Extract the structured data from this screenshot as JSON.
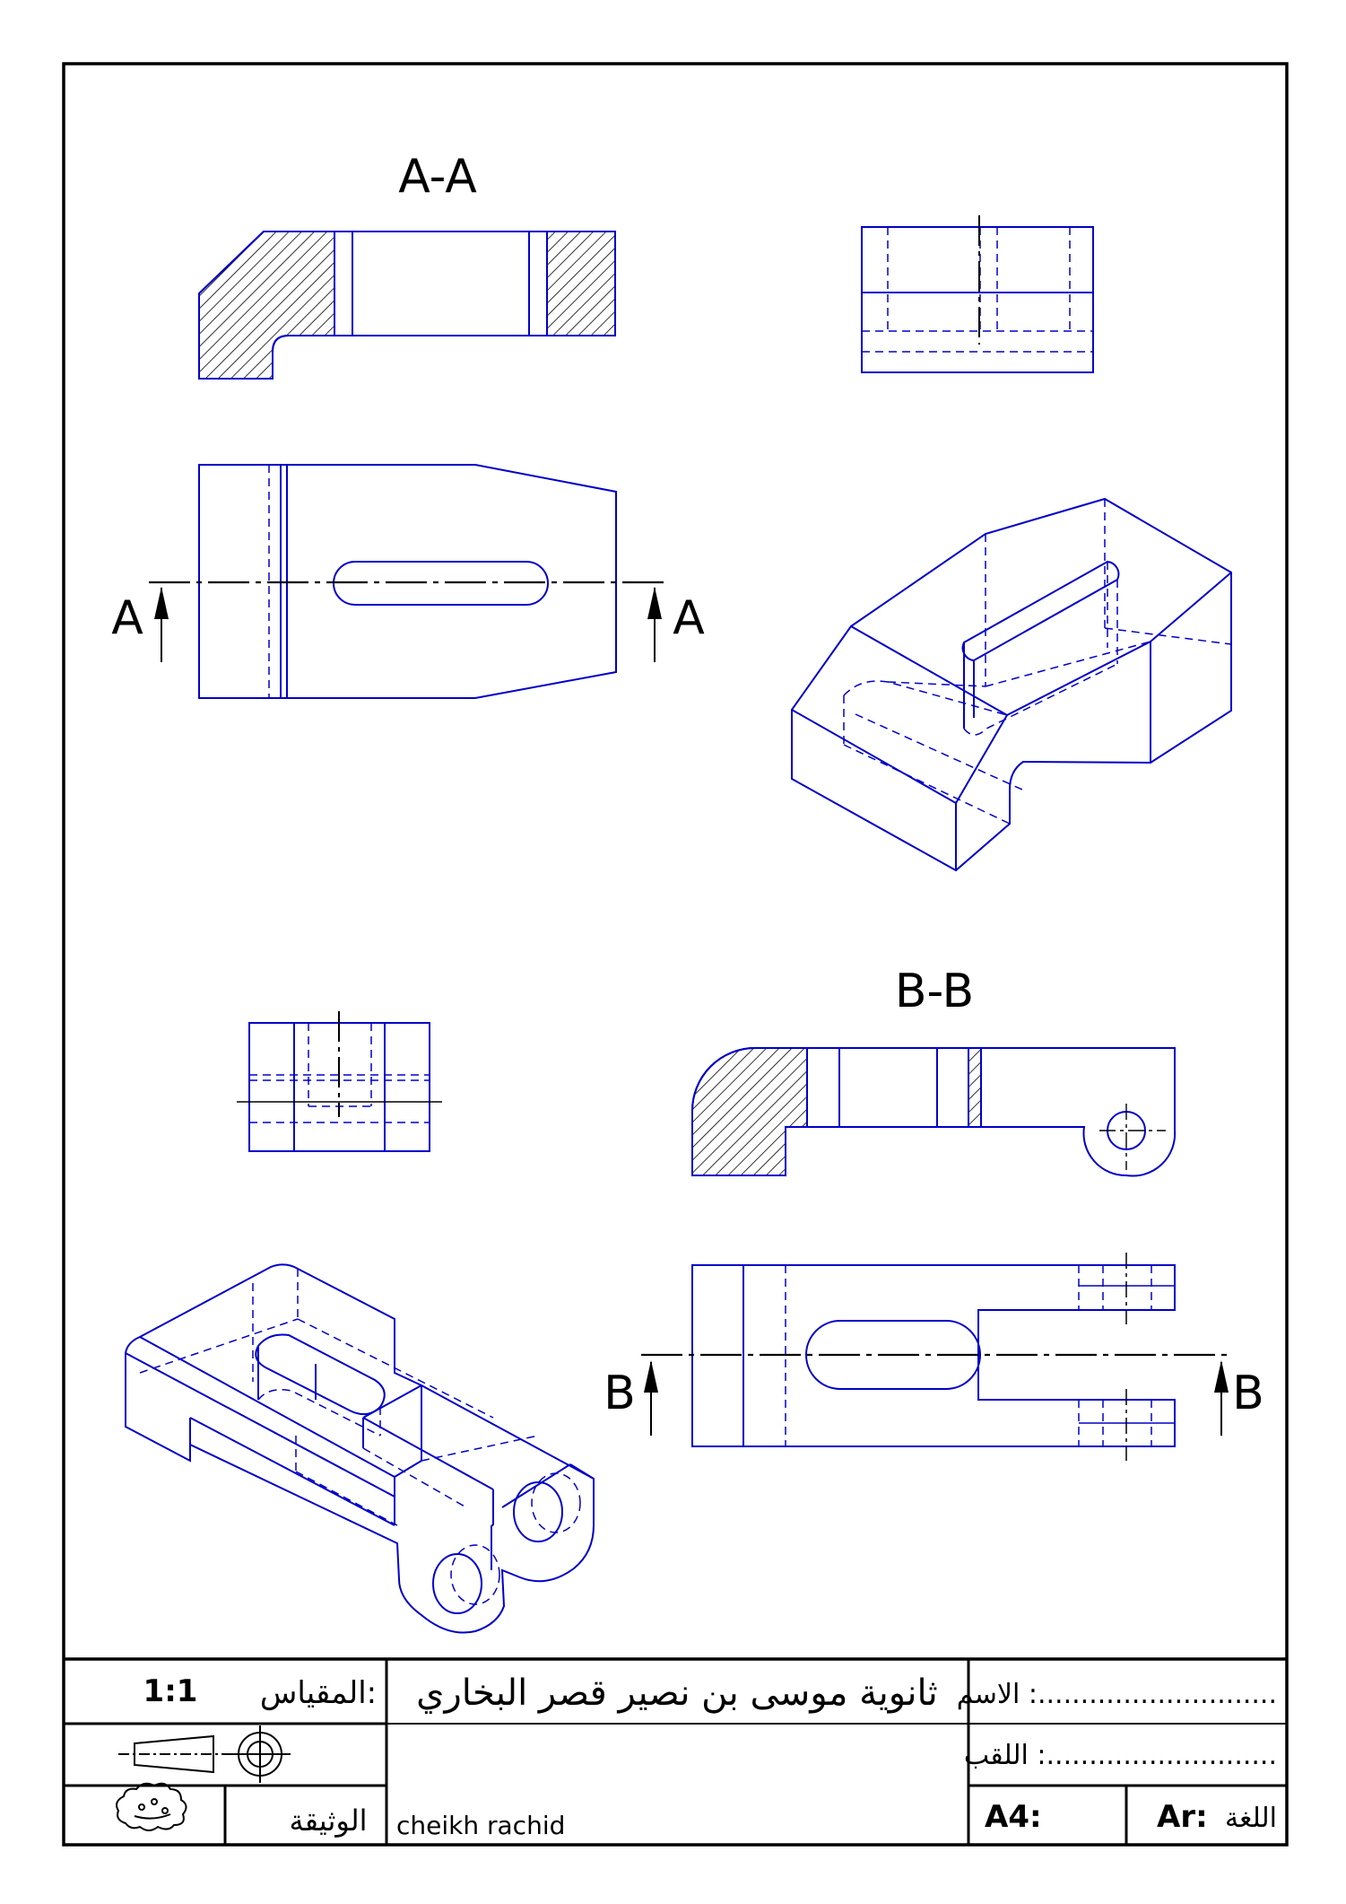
{
  "colors": {
    "ink": "#0000c8",
    "frame": "#000000"
  },
  "views": {
    "section_a_title": "A-A",
    "section_b_title": "B-B",
    "cut_a_left": "A",
    "cut_a_right": "A",
    "cut_b_left": "B",
    "cut_b_right": "B"
  },
  "title_block": {
    "scale_label": "المقياس:",
    "scale_value": "1:1",
    "school": "ثانوية موسى بن نصير قصر البخاري",
    "name_label": "الاسم :............................",
    "surname_label": "اللقب :...........................",
    "document_label": "الوثيقة",
    "author": "cheikh rachid",
    "format": "A4:",
    "language_label": "اللغة",
    "language_value": "Ar:",
    "logo_icon": "cloud-logo-icon",
    "projection_icon": "projection-symbol-icon"
  }
}
